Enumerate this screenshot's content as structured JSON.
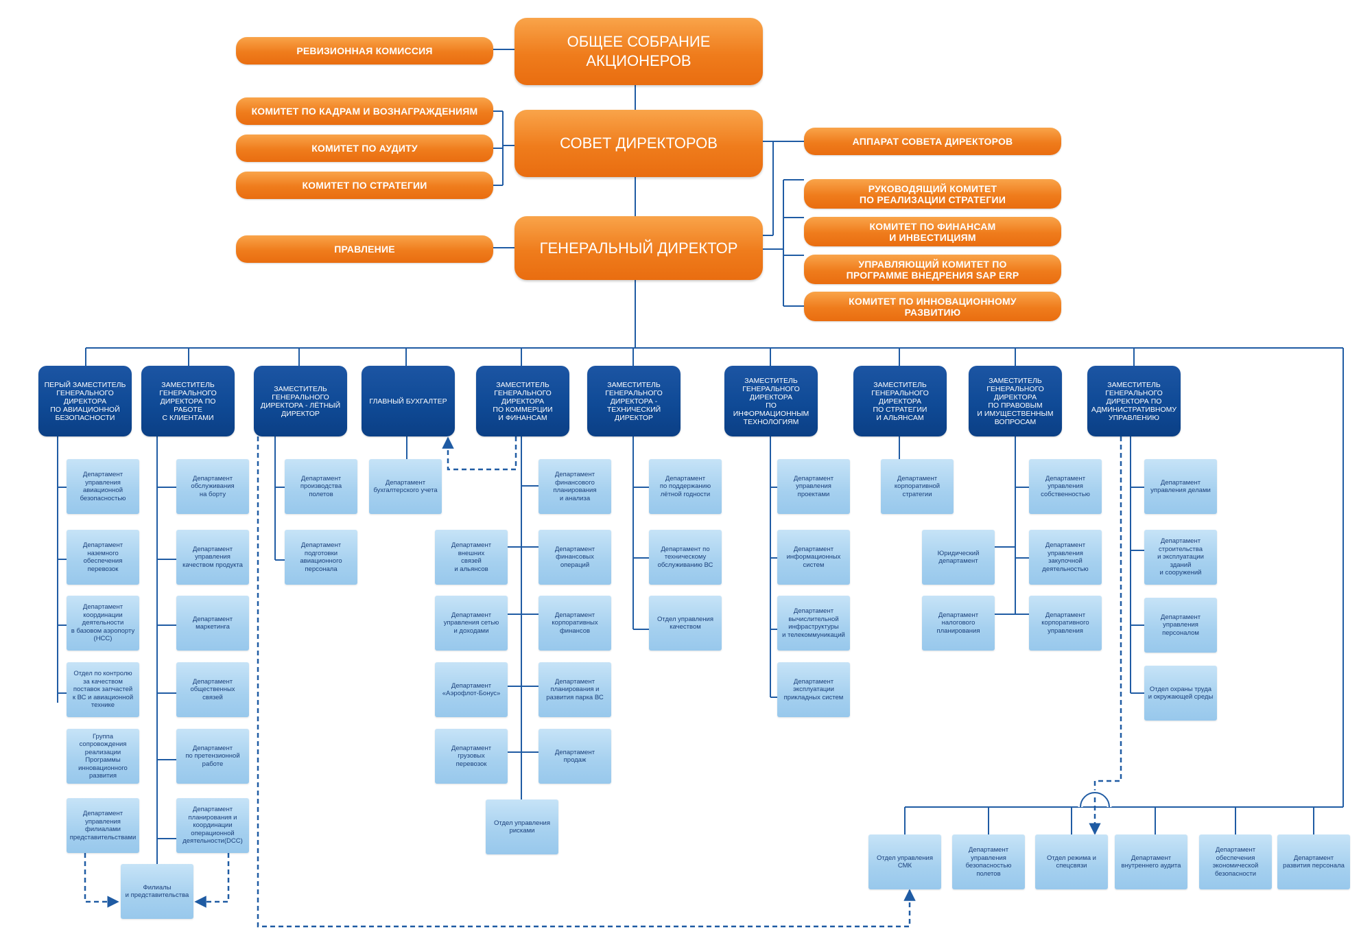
{
  "colors": {
    "orange": "#ef7c1c",
    "navy": "#0f4a96",
    "light_blue": "#a5d0ef",
    "line": "#1f5ba3"
  },
  "top": {
    "audit_commission": "РЕВИЗИОННАЯ КОМИССИЯ",
    "general_meeting": "ОБЩЕЕ СОБРАНИЕ\nАКЦИОНЕРОВ",
    "hr_committee": "КОМИТЕТ ПО КАДРАМ И ВОЗНАГРАЖДЕНИЯМ",
    "audit_committee": "КОМИТЕТ ПО АУДИТУ",
    "strategy_committee": "КОМИТЕТ ПО СТРАТЕГИИ",
    "board": "СОВЕТ ДИРЕКТОРОВ",
    "board_office": "АППАРАТ СОВЕТА ДИРЕКТОРОВ",
    "strategy_steering": "РУКОВОДЯЩИЙ КОМИТЕТ\nПО РЕАЛИЗАЦИИ СТРАТЕГИИ",
    "finance_committee": "КОМИТЕТ ПО ФИНАНСАМ\nИ ИНВЕСТИЦИЯМ",
    "sap_committee": "УПРАВЛЯЮЩИЙ КОМИТЕТ ПО\nПРОГРАММЕ ВНЕДРЕНИЯ SAP ERP",
    "innovation_committee": "КОМИТЕТ ПО ИННОВАЦИОННОМУ\nРАЗВИТИЮ",
    "management_board": "ПРАВЛЕНИЕ",
    "ceo": "ГЕНЕРАЛЬНЫЙ ДИРЕКТОР"
  },
  "deputies": {
    "first_deputy_safety": "ПЕРЫЙ ЗАМЕСТИТЕЛЬ\nГЕНЕРАЛЬНОГО\nДИРЕКТОРА\nПО АВИАЦИОННОЙ\nБЕЗОПАСНОСТИ",
    "deputy_clients": "ЗАМЕСТИТЕЛЬ\nГЕНЕРАЛЬНОГО\nДИРЕКТОРА ПО РАБОТЕ\nС КЛИЕНТАМИ",
    "deputy_flight": "ЗАМЕСТИТЕЛЬ\nГЕНЕРАЛЬНОГО\nДИРЕКТОРА - ЛЁТНЫЙ\nДИРЕКТОР",
    "chief_accountant": "ГЛАВНЫЙ БУХГАЛТЕР",
    "deputy_commerce": "ЗАМЕСТИТЕЛЬ\nГЕНЕРАЛЬНОГО\nДИРЕКТОРА\nПО КОММЕРЦИИ\nИ ФИНАНСАМ",
    "deputy_technical": "ЗАМЕСТИТЕЛЬ\nГЕНЕРАЛЬНОГО\nДИРЕКТОРА -\nТЕХНИЧЕСКИЙ\nДИРЕКТОР",
    "deputy_it": "ЗАМЕСТИТЕЛЬ\nГЕНЕРАЛЬНОГО\nДИРЕКТОРА\nПО ИНФОРМАЦИОННЫМ\nТЕХНОЛОГИЯМ",
    "deputy_strategy": "ЗАМЕСТИТЕЛЬ\nГЕНЕРАЛЬНОГО\nДИРЕКТОРА\nПО СТРАТЕГИИ\nИ АЛЬЯНСАМ",
    "deputy_legal": "ЗАМЕСТИТЕЛЬ\nГЕНЕРАЛЬНОГО\nДИРЕКТОРА\nПО ПРАВОВЫМ\nИ ИМУЩЕСТВЕННЫМ\nВОПРОСАМ",
    "deputy_admin": "ЗАМЕСТИТЕЛЬ\nГЕНЕРАЛЬНОГО\nДИРЕКТОРА ПО\nАДМИНИСТРАТИВНОМУ\nУПРАВЛЕНИЮ"
  },
  "departments": {
    "aviation_safety": "Департамент\nуправления\nавиационной\nбезопасностью",
    "ground_support": "Департамент\nназемного\nобеспечения\nперевозок",
    "hub_coordination": "Департамент\nкоординации\nдеятельности\nв базовом аэропорту\n(НСС)",
    "parts_quality": "Отдел по контролю\nза качеством\nпоставок запчастей\nк ВС и авиационной\nтехнике",
    "innovation_group": "Группа\nсопровождения\nреализации\nПрограммы\nинновационного\nразвития",
    "branches_dept": "Департамент\nуправления\nфилиалами\nпредставительствами",
    "onboard_service": "Департамент\nобслуживания\nна борту",
    "product_quality": "Департамент\nуправления\nкачеством продукта",
    "marketing": "Департамент\nмаркетинга",
    "public_relations": "Департамент\nобщественных\nсвязей",
    "claims": "Департамент\nпо претензионной\nработе",
    "ops_planning": "Департамент\nпланирования и\nкоординации\nоперационной\nдеятельности(DCC)",
    "branches": "Филиалы\nи представительства",
    "flight_production": "Департамент\nпроизводства\nполетов",
    "aviation_training": "Департамент\nподготовки\nавиационного\nперсонала",
    "accounting": "Департамент\nбухгалтерского учета",
    "finance_planning": "Департамент\nфинансового\nпланирования\nи анализа",
    "external_relations": "Департамент внешних\nсвязей\nи альянсов",
    "finance_operations": "Департамент\nфинансовых\nопераций",
    "network_revenue": "Департамент\nуправления сетью\nи доходами",
    "corporate_finance": "Департамент\nкорпоративных\nфинансов",
    "aeroflot_bonus": "Департамент\n«Аэрофлот-Бонус»",
    "fleet_planning": "Департамент\nпланирования и\nразвития парка ВС",
    "cargo": "Департамент\nгрузовых\nперевозок",
    "sales": "Департамент\nпродаж",
    "risk_management": "Отдел управления\nрисками",
    "airworthiness": "Департамент\nпо  поддержанию\nлётной годности",
    "maintenance": "Департамент по\nтехническому\nобслуживанию ВС",
    "quality_management": "Отдел управления\nкачеством",
    "project_management": "Департамент\nуправления\nпроектами",
    "info_systems": "Департамент\nинформационных\nсистем",
    "it_infrastructure": "Департамент\nвычислительной\nинфраструктуры\nи телекоммуникаций",
    "app_systems": "Департамент\nэксплуатации\nприкладных систем",
    "corporate_strategy": "Департамент\nкорпоративной\nстратегии",
    "property_management": "Департамент\nуправления\nсобственностью",
    "legal": "Юридический\nдепартамент",
    "procurement": "Департамент\nуправления\nзакупочной\nдеятельностью",
    "tax_planning": "Департамент\nналогового\nпланирования",
    "corporate_governance": "Департамент\nкорпоративного\nуправления",
    "office_management": "Департамент\nуправления делами",
    "construction": "Департамент\nстроительства\nи эксплуатации\nзданий\nи сооружений",
    "personnel_management": "Департамент\nуправления\nперсоналом",
    "labor_safety": "Отдел охраны труда\nи окружающей среды",
    "qms": "Отдел управления\nСМК",
    "flight_economic_security": "Департамент\nуправления\nбезопасностью\nполетов",
    "security_regime": "Отдел режима и\nспецсвязи",
    "internal_audit": "Департамент\nвнутреннего аудита",
    "economic_security": "Департамент\nобеспечения\nэкономической\nбезопасности",
    "personnel_development": "Департамент\nразвития персонала"
  }
}
